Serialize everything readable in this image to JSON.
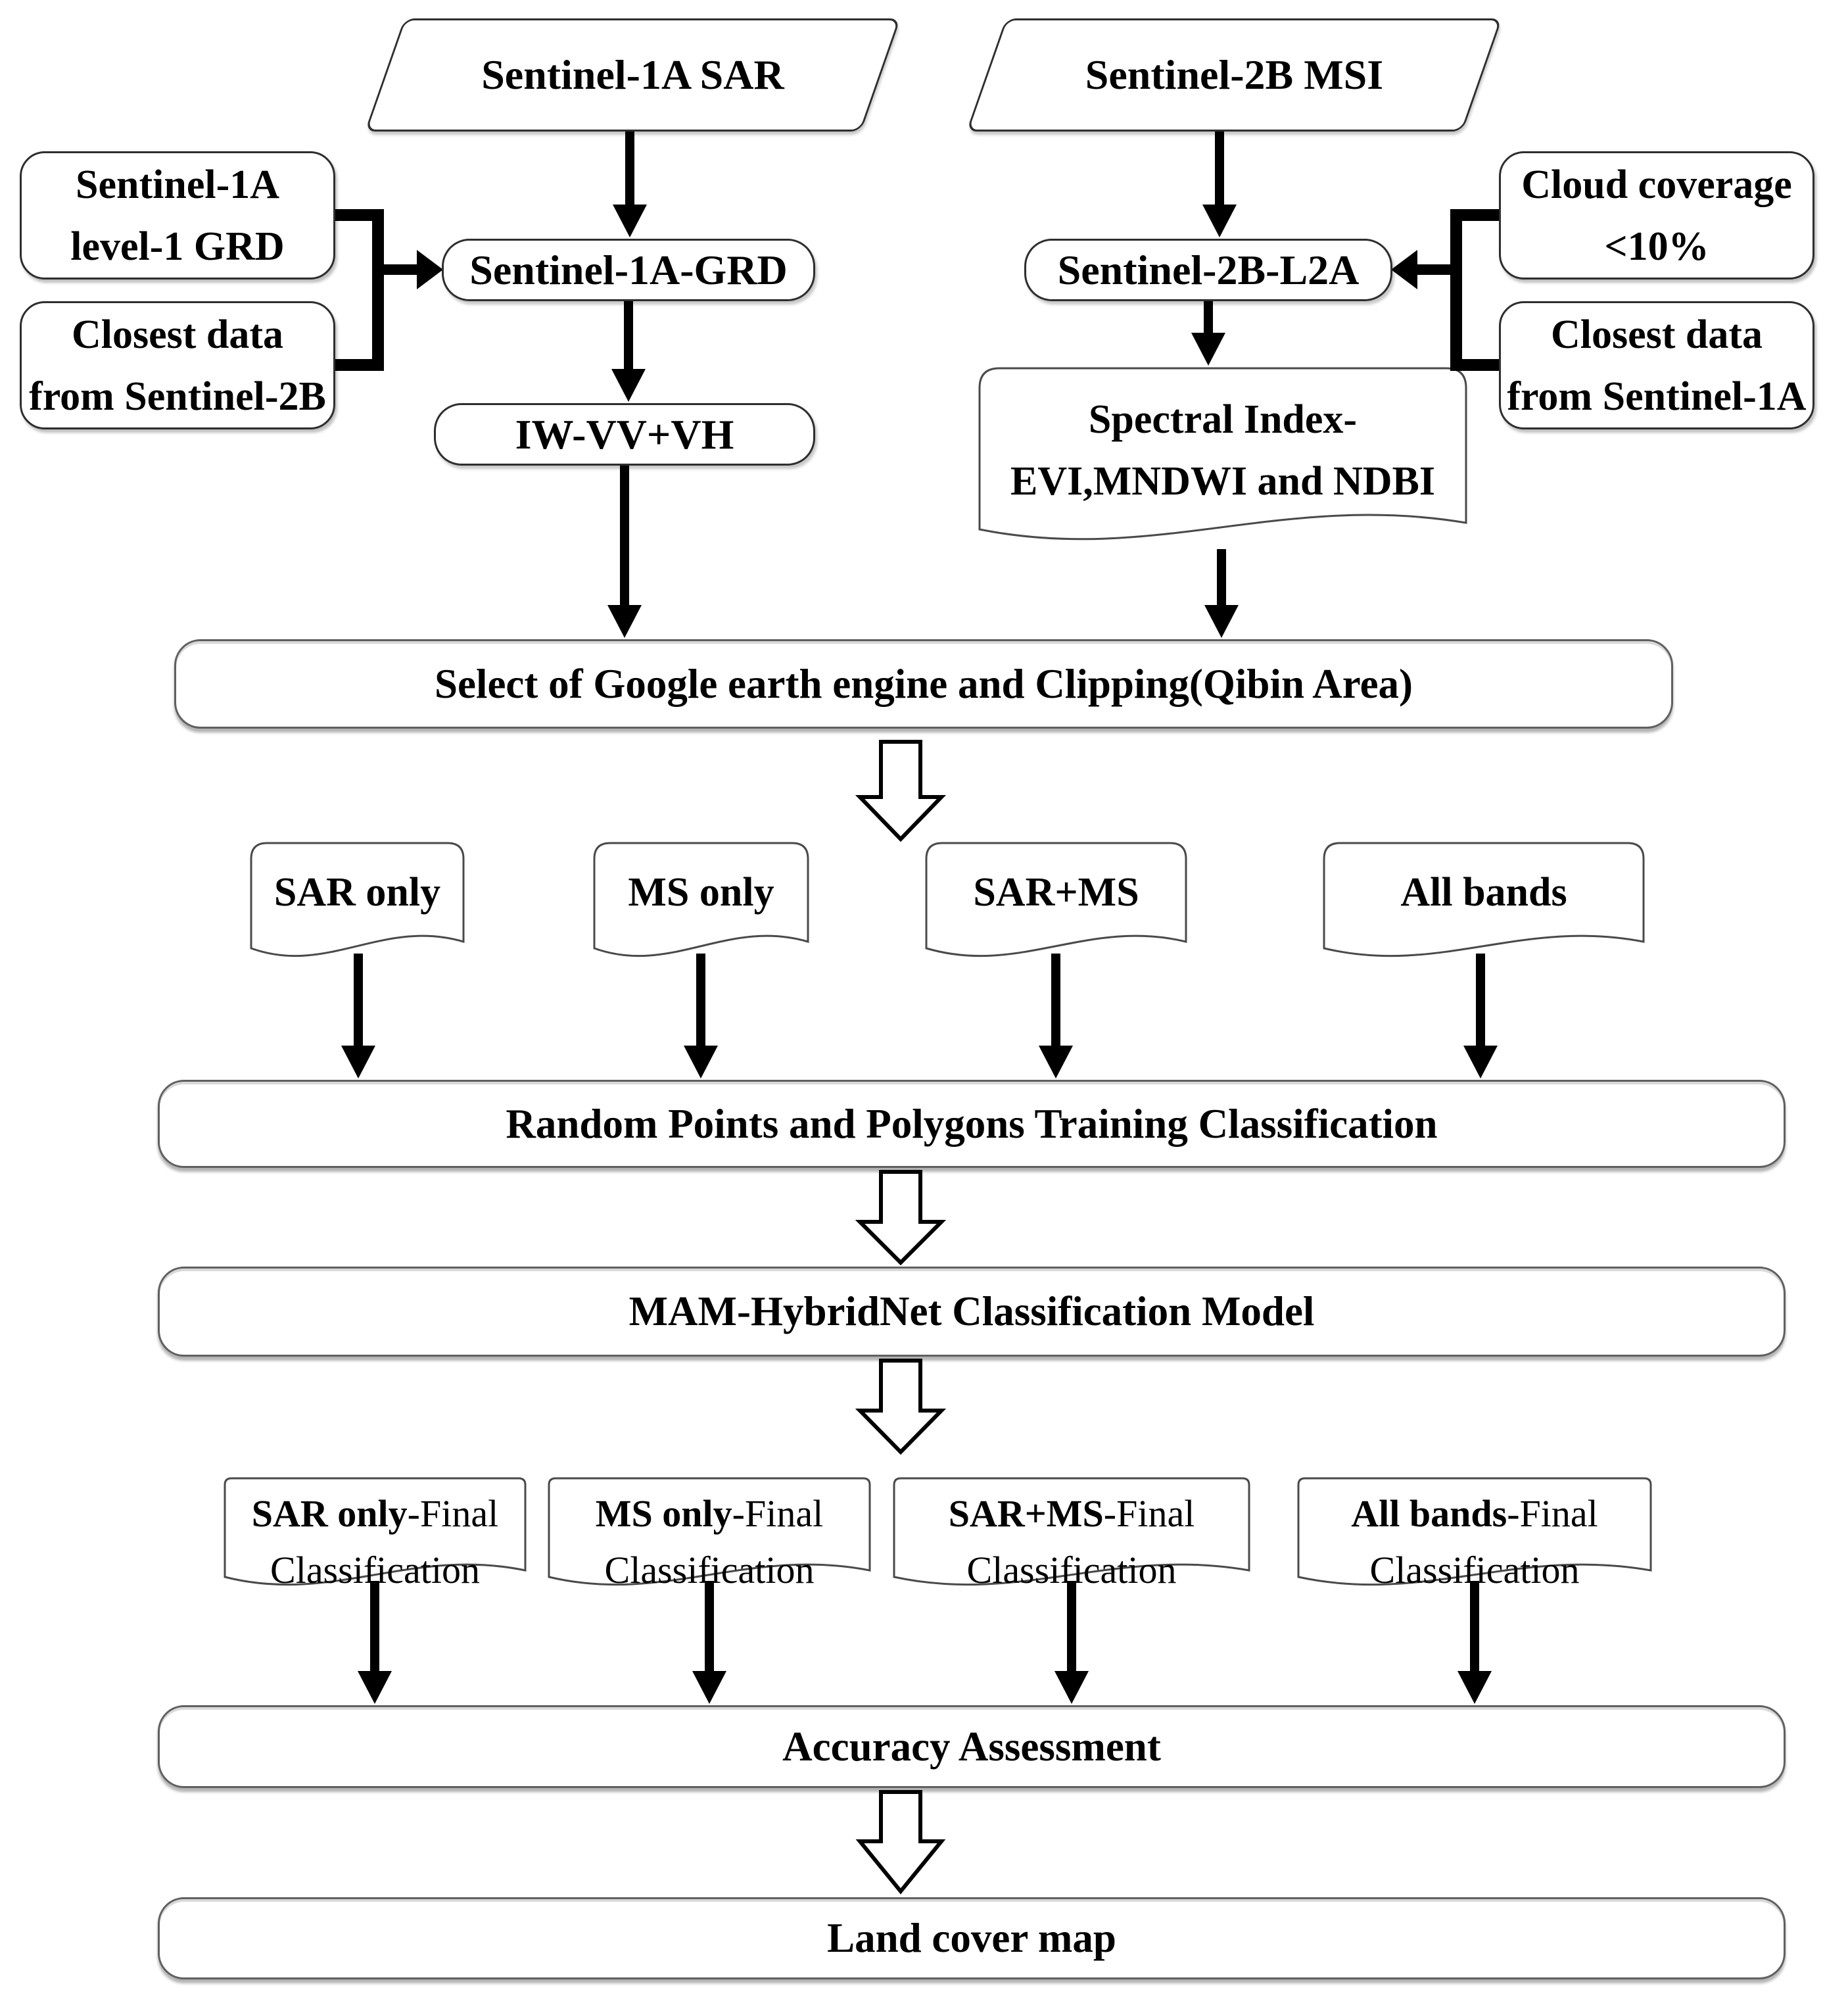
{
  "colors": {
    "ink": "#000000",
    "line": "#2e2e2e",
    "background": "#ffffff"
  },
  "nodes": {
    "s1a_sar": {
      "label": "Sentinel-1A SAR"
    },
    "s2b_msi": {
      "label": "Sentinel-2B MSI"
    },
    "s1a_level1_grd": {
      "line1": "Sentinel-1A",
      "line2": "level-1 GRD"
    },
    "closest_from_s2b": {
      "line1": "Closest data",
      "line2": "from Sentinel-2B"
    },
    "cloud_coverage": {
      "line1": "Cloud coverage",
      "line2": "<10%"
    },
    "closest_from_s1a": {
      "line1": "Closest data",
      "line2": "from Sentinel-1A"
    },
    "s1a_grd": {
      "label": "Sentinel-1A-GRD"
    },
    "s2b_l2a": {
      "label": "Sentinel-2B-L2A"
    },
    "iw_vv_vh": {
      "label": "IW-VV+VH"
    },
    "spectral_index": {
      "line1": "Spectral Index-",
      "line2": "EVI,MNDWI and NDBI"
    },
    "select_gee": {
      "label": "Select of Google earth engine and Clipping(Qibin Area)"
    },
    "sar_only": {
      "label": "SAR only"
    },
    "ms_only": {
      "label": "MS only"
    },
    "sar_ms": {
      "label": "SAR+MS"
    },
    "all_bands": {
      "label": "All bands"
    },
    "random_points": {
      "label": "Random Points and Polygons Training Classification"
    },
    "mam_hybridnet": {
      "label": "MAM-HybridNet Classification Model"
    },
    "sar_only_final": {
      "bold": "SAR only",
      "suffix": "-Final",
      "line2": "Classification"
    },
    "ms_only_final": {
      "bold": "MS only",
      "suffix": "-Final",
      "line2": "Classification"
    },
    "sar_ms_final": {
      "bold": "SAR+MS",
      "suffix": "-Final",
      "line2": "Classification"
    },
    "all_bands_final": {
      "bold": "All bands",
      "suffix": "-Final",
      "line2": "Classification"
    },
    "accuracy": {
      "label": "Accuracy Assessment"
    },
    "land_cover": {
      "label": "Land cover map"
    }
  }
}
